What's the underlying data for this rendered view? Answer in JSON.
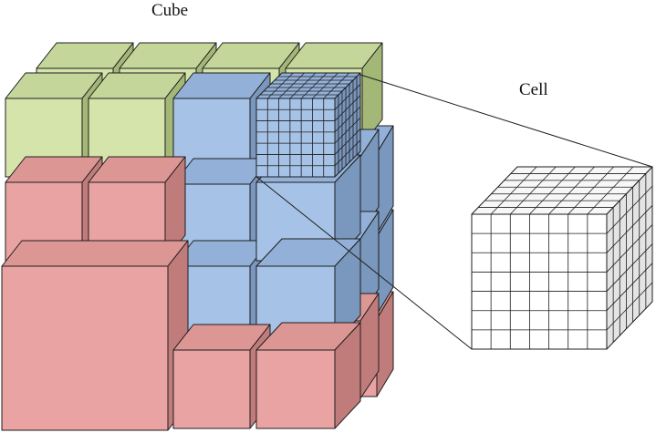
{
  "labels": {
    "cube": "Cube",
    "cell": "Cell"
  },
  "colors": {
    "green": [
      "#d5e4ab",
      "#c4d69a",
      "#a3b877"
    ],
    "blue": [
      "#a6c2e6",
      "#93b1d8",
      "#7a97bd"
    ],
    "red": [
      "#e9a3a2",
      "#dc9694",
      "#c07c7a"
    ],
    "cell": [
      "#ffffff",
      "#f7f7f7",
      "#e4e4e4"
    ],
    "edge": "#1e1e1e"
  },
  "cell_grid_divisions": 7
}
